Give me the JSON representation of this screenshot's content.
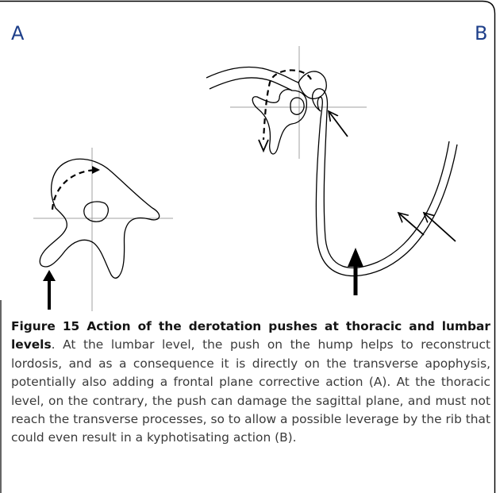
{
  "figure": {
    "panel_a_label": "A",
    "panel_b_label": "B",
    "caption_bold": "Figure 15 Action of the derotation pushes at thoracic and lumbar levels",
    "caption_text": ". At the lumbar level, the push on the hump helps to reconstruct lordosis, and as a consequence it is directly on the transverse apophysis, potentially also adding a frontal plane corrective action (A). At the thoracic level, on the contrary, the push can damage the sagittal plane, and must not reach the transverse processes, so to allow a possible leverage by the rib that could even result in a kyphotisating action (B)."
  },
  "colors": {
    "label": "#1e3f8a",
    "border": "#000000",
    "drawing": "#000000",
    "crosshair": "#a0a0a0"
  }
}
